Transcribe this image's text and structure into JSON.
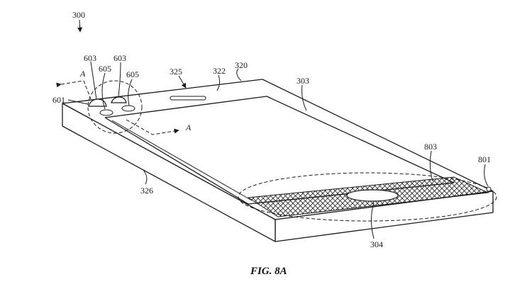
{
  "figure": {
    "caption": "FIG. 8A",
    "labels": {
      "r300": "300",
      "r301": "320",
      "r322": "322",
      "r325": "325",
      "r303": "303",
      "r326": "326",
      "r304": "304",
      "r601": "601",
      "r603a": "603",
      "r603b": "603",
      "r605a": "605",
      "r605b": "605",
      "r803": "803",
      "r801": "801",
      "sectionA1": "A",
      "sectionA2": "A"
    }
  }
}
